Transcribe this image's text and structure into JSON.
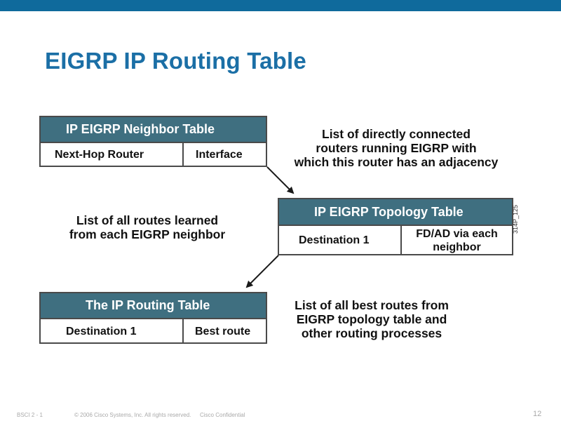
{
  "slide": {
    "title": "EIGRP IP Routing Table"
  },
  "tables": {
    "neighbor": {
      "header": "IP EIGRP Neighbor Table",
      "col1": "Next-Hop Router",
      "col2": "Interface"
    },
    "topology": {
      "header": "IP EIGRP Topology Table",
      "col1": "Destination 1",
      "col2": "FD/AD via each\nneighbor"
    },
    "routing": {
      "header": "The IP Routing Table",
      "col1": "Destination 1",
      "col2": "Best route"
    }
  },
  "descriptions": {
    "neighbor": "List of directly connected\nrouters running EIGRP with\nwhich this router has an adjacency",
    "topology": "List of all routes learned\nfrom each EIGRP neighbor",
    "routing": "List of all best routes from\nEIGRP topology table and\nother routing processes"
  },
  "figure_code": "314P_125",
  "footer": {
    "code": "BSCI 2 - 1",
    "copyright": "© 2006 Cisco Systems, Inc. All rights reserved.",
    "confidential": "Cisco Confidential",
    "page_number": "12"
  },
  "colors": {
    "top_bar": "#0f6a9c",
    "title": "#1b6fa6",
    "table_header": "#3f6f80"
  }
}
